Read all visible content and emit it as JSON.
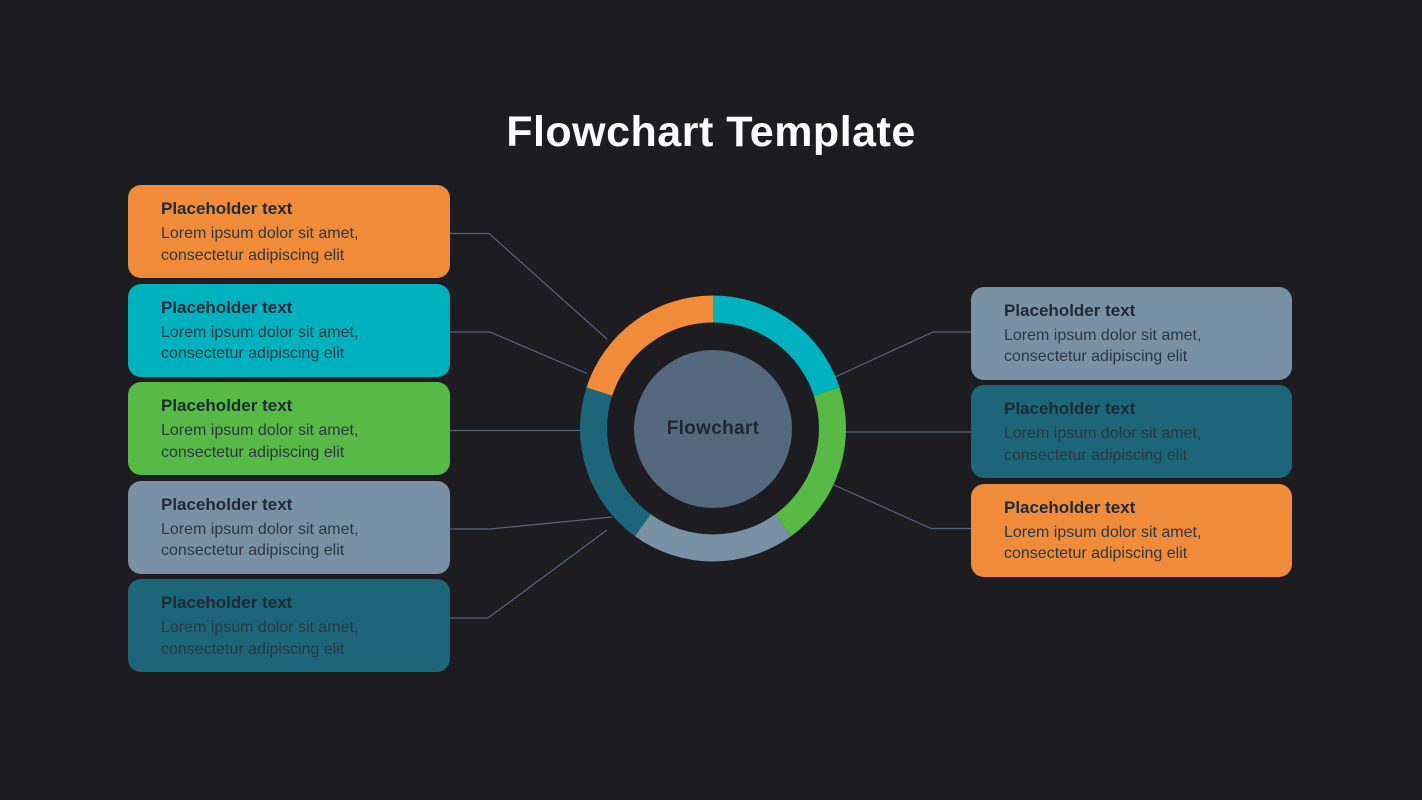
{
  "slide": {
    "title": "Flowchart Template",
    "background_color": "#1D1C21",
    "title_color": "#FCFCFC"
  },
  "center": {
    "label": "Flowchart",
    "circle_color": "#54697E",
    "label_color": "#1E2833"
  },
  "donut": {
    "start_angle_deg": -90,
    "sweep_deg": 72,
    "segments": [
      {
        "name": "teal",
        "color": "#00B1BE"
      },
      {
        "name": "green",
        "color": "#57BA45"
      },
      {
        "name": "slate",
        "color": "#7991A5"
      },
      {
        "name": "dark-teal",
        "color": "#1D6579"
      },
      {
        "name": "orange",
        "color": "#F08C39"
      }
    ]
  },
  "connectors": {
    "color": "#566578"
  },
  "left_boxes": [
    {
      "title": "Placeholder text",
      "body": "Lorem ipsum dolor sit amet, consectetur adipiscing elit",
      "color": "#F08C39"
    },
    {
      "title": "Placeholder text",
      "body": "Lorem ipsum dolor sit amet, consectetur adipiscing elit",
      "color": "#00B1BE"
    },
    {
      "title": "Placeholder text",
      "body": "Lorem ipsum dolor sit amet, consectetur adipiscing elit",
      "color": "#57BA45"
    },
    {
      "title": "Placeholder text",
      "body": "Lorem ipsum dolor sit amet, consectetur adipiscing elit",
      "color": "#7991A5"
    },
    {
      "title": "Placeholder text",
      "body": "Lorem ipsum dolor sit amet, consectetur adipiscing elit",
      "color": "#1D6579"
    }
  ],
  "right_boxes": [
    {
      "title": "Placeholder text",
      "body": "Lorem ipsum dolor sit amet, consectetur adipiscing elit",
      "color": "#7991A5"
    },
    {
      "title": "Placeholder text",
      "body": "Lorem ipsum dolor sit amet, consectetur adipiscing elit",
      "color": "#1D6579"
    },
    {
      "title": "Placeholder text",
      "body": "Lorem ipsum dolor sit amet, consectetur adipiscing elit",
      "color": "#F08C39"
    }
  ]
}
